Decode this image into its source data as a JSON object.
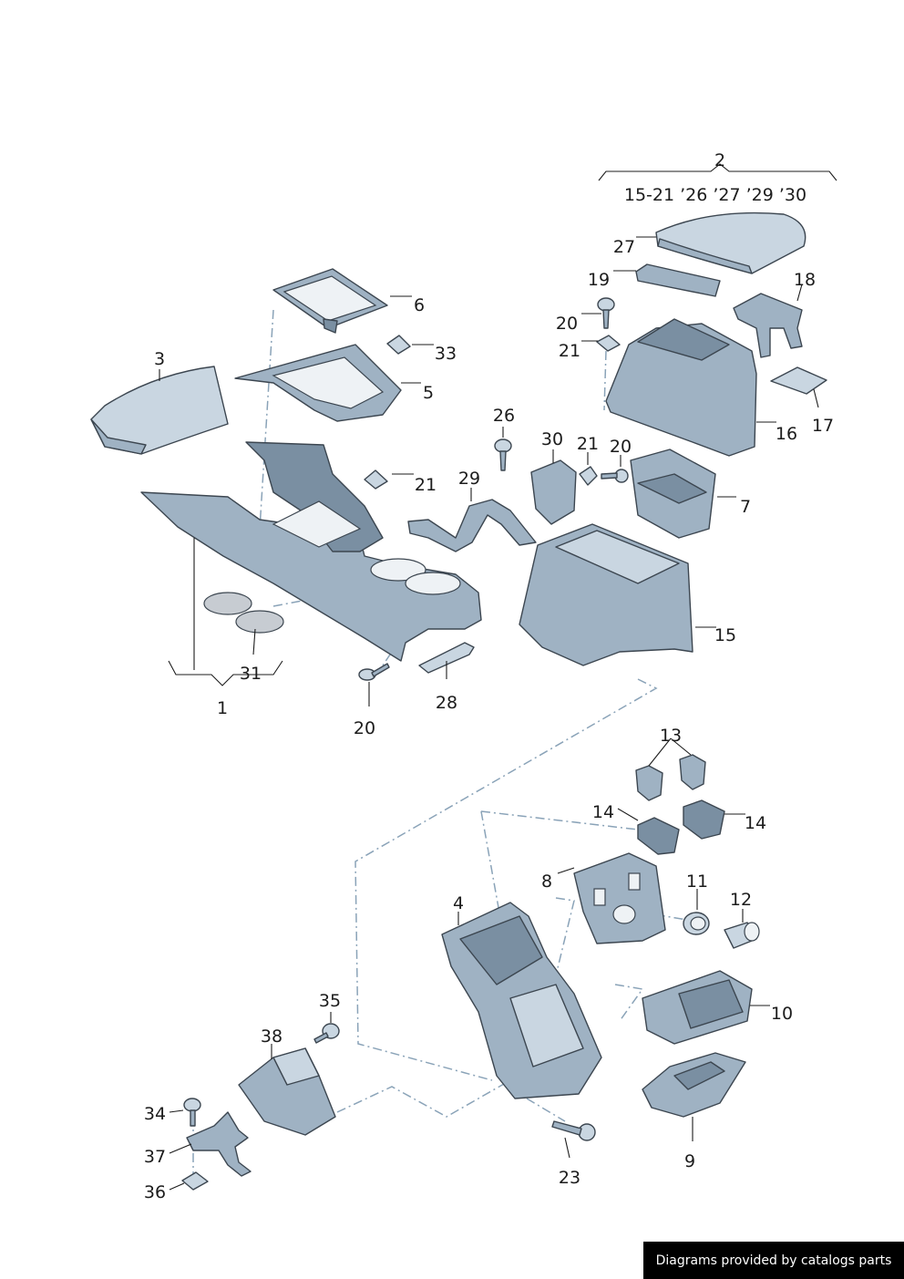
{
  "diagram": {
    "parts": [
      {
        "id": "p1",
        "label": "1"
      },
      {
        "id": "p2",
        "label": "2"
      },
      {
        "id": "p2sub",
        "label": "15-21  ’26 ’27 ’29 ’30"
      },
      {
        "id": "p3",
        "label": "3"
      },
      {
        "id": "p4",
        "label": "4"
      },
      {
        "id": "p5",
        "label": "5"
      },
      {
        "id": "p6",
        "label": "6"
      },
      {
        "id": "p7",
        "label": "7"
      },
      {
        "id": "p8",
        "label": "8"
      },
      {
        "id": "p9",
        "label": "9"
      },
      {
        "id": "p10",
        "label": "10"
      },
      {
        "id": "p11",
        "label": "11"
      },
      {
        "id": "p12",
        "label": "12"
      },
      {
        "id": "p13",
        "label": "13"
      },
      {
        "id": "p14a",
        "label": "14"
      },
      {
        "id": "p14b",
        "label": "14"
      },
      {
        "id": "p15",
        "label": "15"
      },
      {
        "id": "p16",
        "label": "16"
      },
      {
        "id": "p17",
        "label": "17"
      },
      {
        "id": "p18",
        "label": "18"
      },
      {
        "id": "p19",
        "label": "19"
      },
      {
        "id": "p20a",
        "label": "20"
      },
      {
        "id": "p20b",
        "label": "20"
      },
      {
        "id": "p20c",
        "label": "20"
      },
      {
        "id": "p21a",
        "label": "21"
      },
      {
        "id": "p21b",
        "label": "21"
      },
      {
        "id": "p21c",
        "label": "21"
      },
      {
        "id": "p23",
        "label": "23"
      },
      {
        "id": "p26",
        "label": "26"
      },
      {
        "id": "p27",
        "label": "27"
      },
      {
        "id": "p28",
        "label": "28"
      },
      {
        "id": "p29",
        "label": "29"
      },
      {
        "id": "p30",
        "label": "30"
      },
      {
        "id": "p31",
        "label": "31"
      },
      {
        "id": "p33",
        "label": "33"
      },
      {
        "id": "p34",
        "label": "34"
      },
      {
        "id": "p35",
        "label": "35"
      },
      {
        "id": "p36",
        "label": "36"
      },
      {
        "id": "p37",
        "label": "37"
      },
      {
        "id": "p38",
        "label": "38"
      }
    ]
  },
  "footer": {
    "text": "Diagrams provided by catalogs parts"
  },
  "colors": {
    "part_fill": "#9fb2c3",
    "part_outline": "#3c4650",
    "dashed_line": "#8aa3b8",
    "footer_bg": "#000000"
  }
}
